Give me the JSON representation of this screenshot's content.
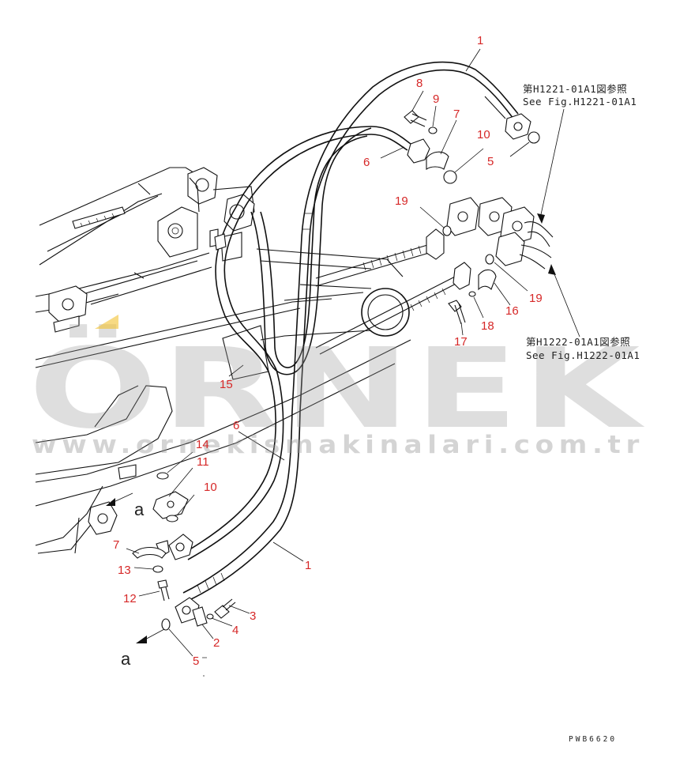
{
  "figure": {
    "ref_top_jp": "第H1221-01A1図参照",
    "ref_top_en": "See Fig.H1221-01A1",
    "ref_bottom_jp": "第H1222-01A1図参照",
    "ref_bottom_en": "See Fig.H1222-01A1",
    "drawing_code": "PWB6620",
    "view_arrow_label": "a"
  },
  "watermark": {
    "brand": "ÖRNEK",
    "url": "www.ornekismakinalari.com.tr",
    "accent_color": "#f2c230"
  },
  "callouts": {
    "c1_top": "1",
    "c8": "8",
    "c9": "9",
    "c7_top": "7",
    "c10_top": "10",
    "c6_top": "6",
    "c5_top": "5",
    "c19_top": "19",
    "c19_right": "19",
    "c16": "16",
    "c18": "18",
    "c17": "17",
    "c15": "15",
    "c6_mid": "6",
    "c14": "14",
    "c11": "11",
    "c10_mid": "10",
    "c7_bot": "7",
    "c13": "13",
    "c12": "12",
    "c1_bot": "1",
    "c3": "3",
    "c4": "4",
    "c2": "2",
    "c5_bot": "5"
  },
  "colors": {
    "callout": "#d62828",
    "line": "#111111"
  }
}
